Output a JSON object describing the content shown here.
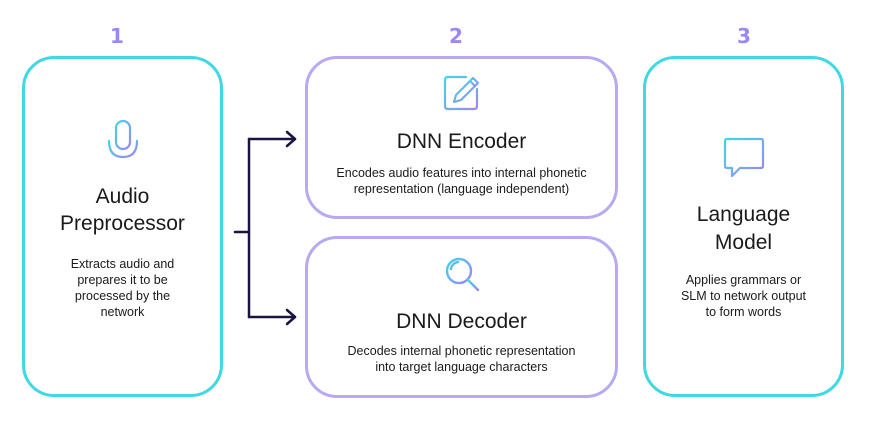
{
  "steps": [
    {
      "number": "1",
      "title_line1": "Audio",
      "title_line2": "Preprocessor",
      "desc_line1": "Extracts audio and",
      "desc_line2": "prepares it to be",
      "desc_line3": "processed by the",
      "desc_line4": "network",
      "icon": "microphone-icon"
    },
    {
      "number": "2",
      "encoder": {
        "title": "DNN Encoder",
        "desc_line1": "Encodes audio features into internal phonetic",
        "desc_line2": "representation (language independent)",
        "icon": "edit-pencil-icon"
      },
      "decoder": {
        "title": "DNN Decoder",
        "desc_line1": "Decodes internal phonetic representation",
        "desc_line2": "into target language characters",
        "icon": "search-icon"
      }
    },
    {
      "number": "3",
      "title_line1": "Language",
      "title_line2": "Model",
      "desc_line1": "Applies grammars or",
      "desc_line2": "SLM to network output",
      "desc_line3": "to form words",
      "icon": "chat-message-icon"
    }
  ],
  "colors": {
    "cyan": "#3fd8e4",
    "violet": "#b8a9f2",
    "step_number": "#9b87f5",
    "arrow": "#1c1340"
  }
}
